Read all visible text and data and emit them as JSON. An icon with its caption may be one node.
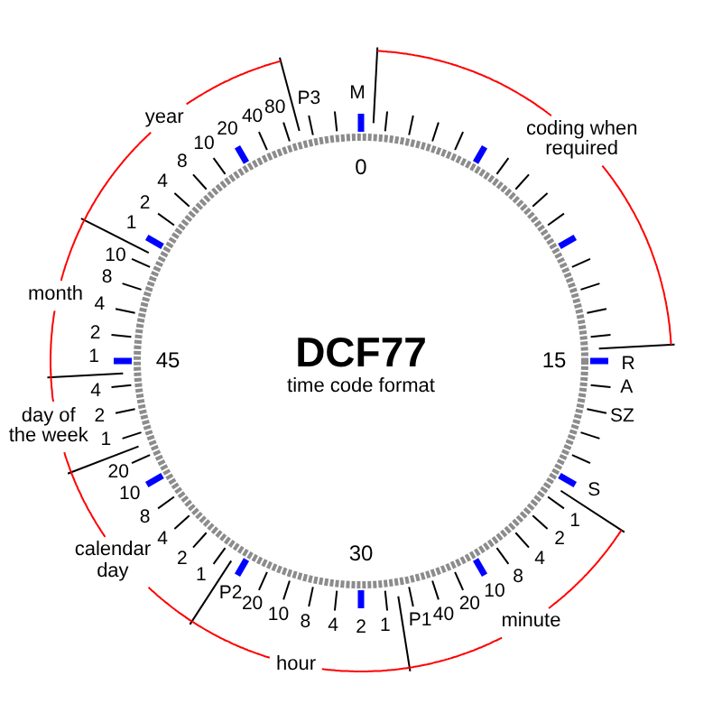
{
  "diagram": {
    "title": "DCF77",
    "labels": [
      "time code format",
      "0",
      "15",
      "30",
      "45",
      "M",
      "R",
      "A",
      "SZ",
      "S",
      "1",
      "2",
      "4",
      "8",
      "10",
      "20",
      "40",
      "P1",
      "1",
      "2",
      "4",
      "8",
      "10",
      "20",
      "P2",
      "1",
      "2",
      "4",
      "8",
      "10",
      "20",
      "1",
      "2",
      "4",
      "1",
      "2",
      "4",
      "8",
      "10",
      "1",
      "2",
      "4",
      "8",
      "10",
      "20",
      "40",
      "80",
      "P3",
      "coding when required",
      "minute",
      "hour",
      "calendar day",
      "day of the week",
      "month",
      "year"
    ]
  }
}
